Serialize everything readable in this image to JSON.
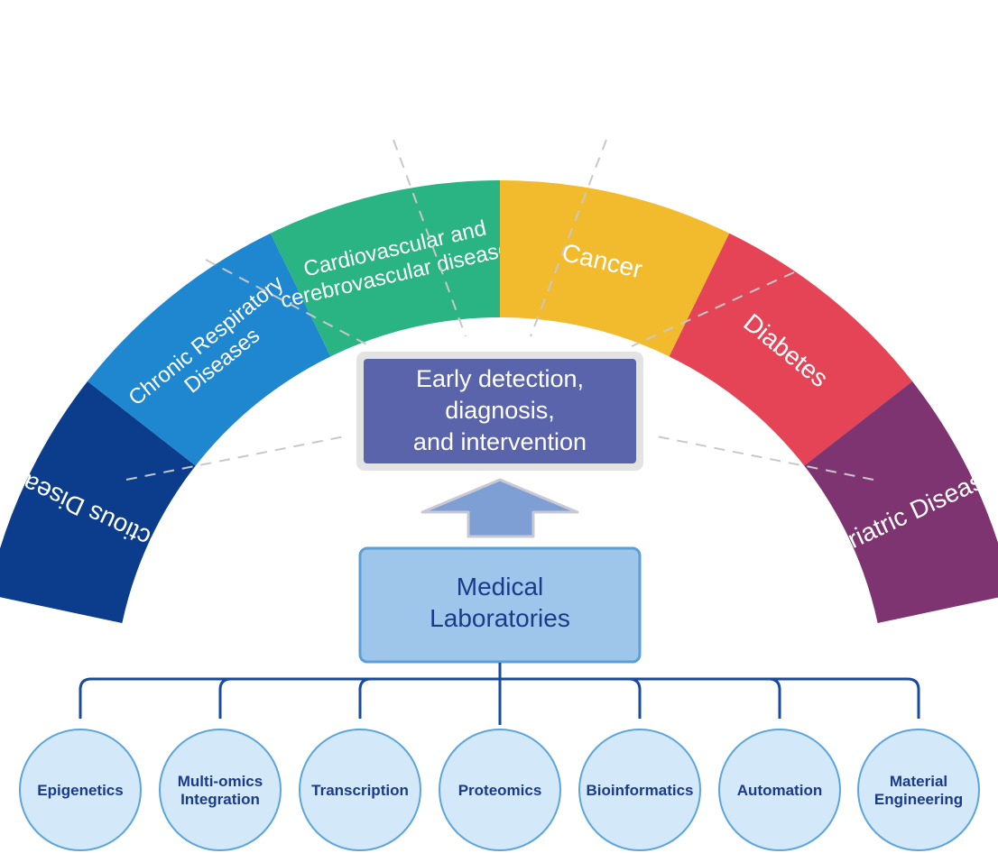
{
  "arc_segments": [
    {
      "lines": [
        "Infectious Diseases"
      ],
      "color": "#0b3d8c"
    },
    {
      "lines": [
        "Chronic Respiratory",
        "Diseases"
      ],
      "color": "#1f87cf"
    },
    {
      "lines": [
        "Cardiovascular and",
        "cerebrovascular diseases"
      ],
      "color": "#2bb483"
    },
    {
      "lines": [
        "Cancer"
      ],
      "color": "#f2bb2e"
    },
    {
      "lines": [
        "Diabetes"
      ],
      "color": "#e44455"
    },
    {
      "lines": [
        "Geriatric Diseases"
      ],
      "color": "#7e3470"
    }
  ],
  "center_box": {
    "line1": "Early detection,",
    "line2": "diagnosis,",
    "line3": "and intervention",
    "color": "#5a64aa"
  },
  "lab_box": {
    "line1": "Medical",
    "line2": "Laboratories",
    "color": "#9dc6ea"
  },
  "technologies": [
    {
      "lines": [
        "Epigenetics"
      ]
    },
    {
      "lines": [
        "Multi-omics",
        "Integration"
      ]
    },
    {
      "lines": [
        "Transcription"
      ]
    },
    {
      "lines": [
        "Proteomics"
      ]
    },
    {
      "lines": [
        "Bioinformatics"
      ]
    },
    {
      "lines": [
        "Automation"
      ]
    },
    {
      "lines": [
        "Material",
        "Engineering"
      ]
    }
  ]
}
